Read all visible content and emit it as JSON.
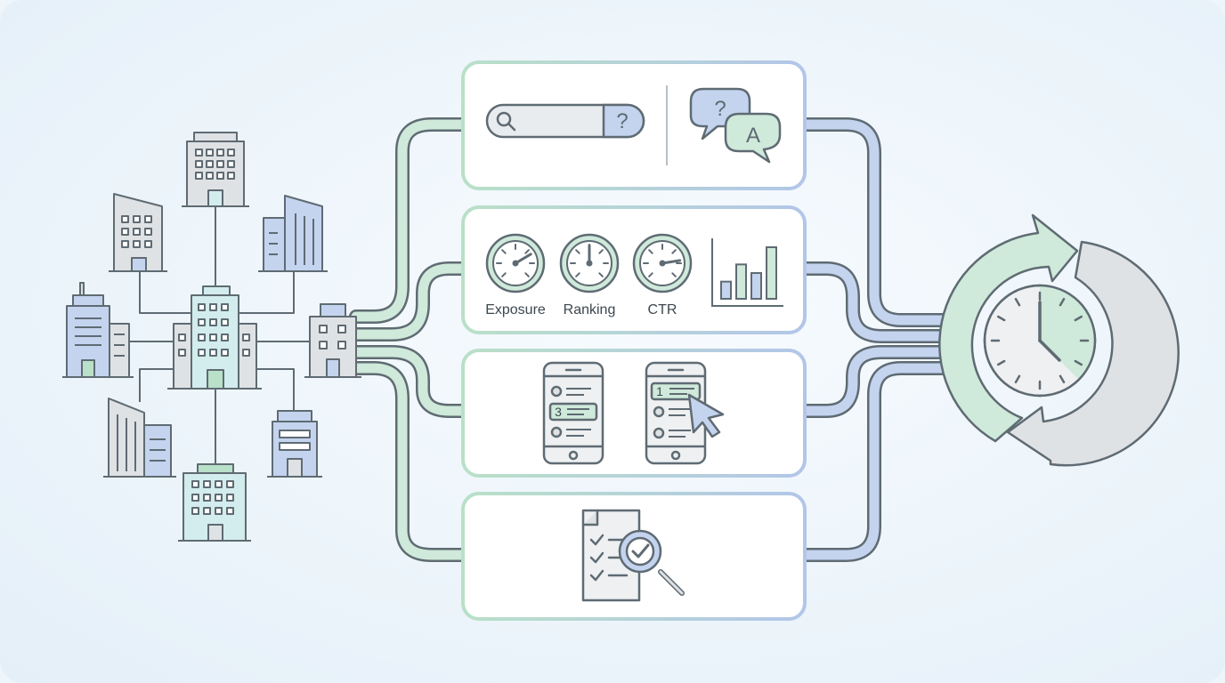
{
  "colors": {
    "outline": "#5f6b73",
    "green": "#cfe9da",
    "green_line": "#b9e0c8",
    "blue": "#c4d4ef",
    "blue_line": "#b2c6e8",
    "grey": "#dfe2e5",
    "teal": "#d3ecee",
    "card_fill": "#ffffff"
  },
  "search_panel": {
    "search_box_icon": "magnifier-icon",
    "question_mark": "?",
    "qa_bubbles": {
      "question": "?",
      "answer": "A"
    }
  },
  "metrics_panel": {
    "gauges": [
      {
        "label": "Exposure",
        "needle": 0.72
      },
      {
        "label": "Ranking",
        "needle": 0.5
      },
      {
        "label": "CTR",
        "needle": 0.8
      }
    ],
    "bar_chart": {
      "type": "bar",
      "values": [
        2,
        4,
        3,
        6
      ]
    }
  },
  "ranking_panel": {
    "phone_left_badge": "3",
    "phone_right_badge": "1"
  },
  "audit_panel": {
    "icon": "document-checklist-magnifier-icon"
  },
  "cycle": {
    "icon": "clock-refresh-cycle-icon"
  },
  "buildings": {
    "icon": "building-network-icon"
  }
}
